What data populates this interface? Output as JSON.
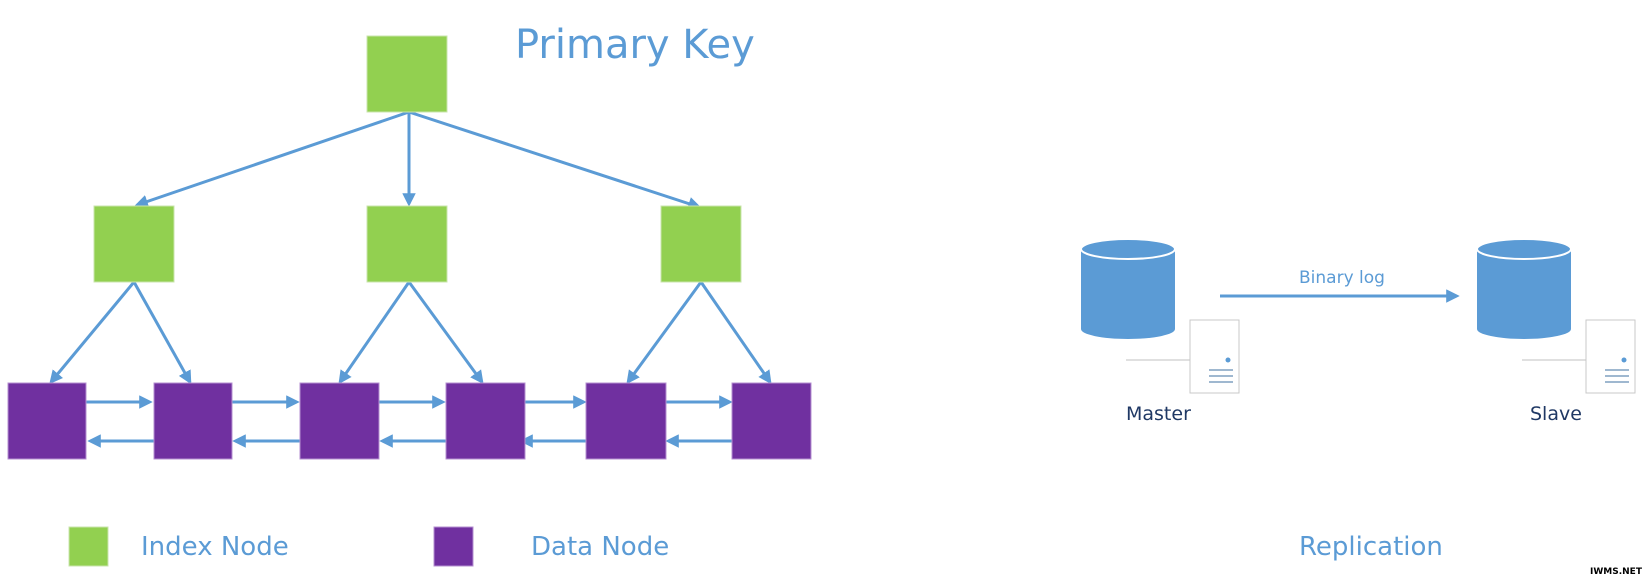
{
  "btree": {
    "title": "Primary Key",
    "root": {
      "label": ""
    },
    "index_children": [
      {
        "label": ""
      },
      {
        "label": ""
      },
      {
        "label": ""
      }
    ],
    "data_nodes": [
      {
        "label": ""
      },
      {
        "label": ""
      },
      {
        "label": ""
      },
      {
        "label": ""
      },
      {
        "label": ""
      },
      {
        "label": ""
      }
    ]
  },
  "legend": {
    "index_label": "Index Node",
    "data_label": "Data Node"
  },
  "replication": {
    "title": "Replication",
    "edge_label": "Binary log",
    "master_label": "Master",
    "slave_label": "Slave"
  },
  "watermark": "IWMS.NET",
  "colors": {
    "index_node": "#92d050",
    "data_node": "#7030a0",
    "accent": "#5b9bd5",
    "label_dark": "#1f3864"
  },
  "icons": {
    "database": "database-icon",
    "server": "server-icon"
  }
}
